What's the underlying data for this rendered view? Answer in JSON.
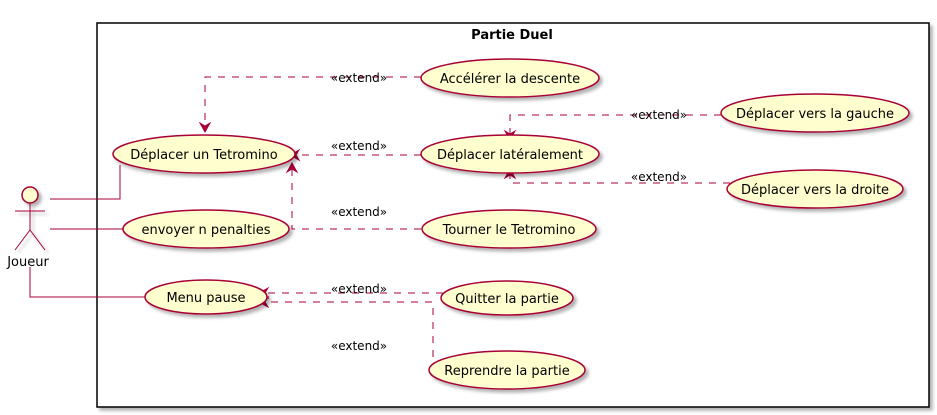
{
  "diagram": {
    "package_title": "Partie Duel",
    "actor": {
      "name": "Joueur"
    },
    "use_cases": {
      "deplacer_tetromino": "Déplacer un Tetromino",
      "envoyer_penalties": "envoyer n penalties",
      "menu_pause": "Menu pause",
      "accelerer": "Accélérer la descente",
      "deplacer_lateral": "Déplacer latéralement",
      "tourner": "Tourner le Tetromino",
      "quitter": "Quitter la partie",
      "reprendre": "Reprendre la partie",
      "gauche": "Déplacer vers la gauche",
      "droite": "Déplacer vers la droite"
    },
    "relation_label": "«extend»"
  }
}
